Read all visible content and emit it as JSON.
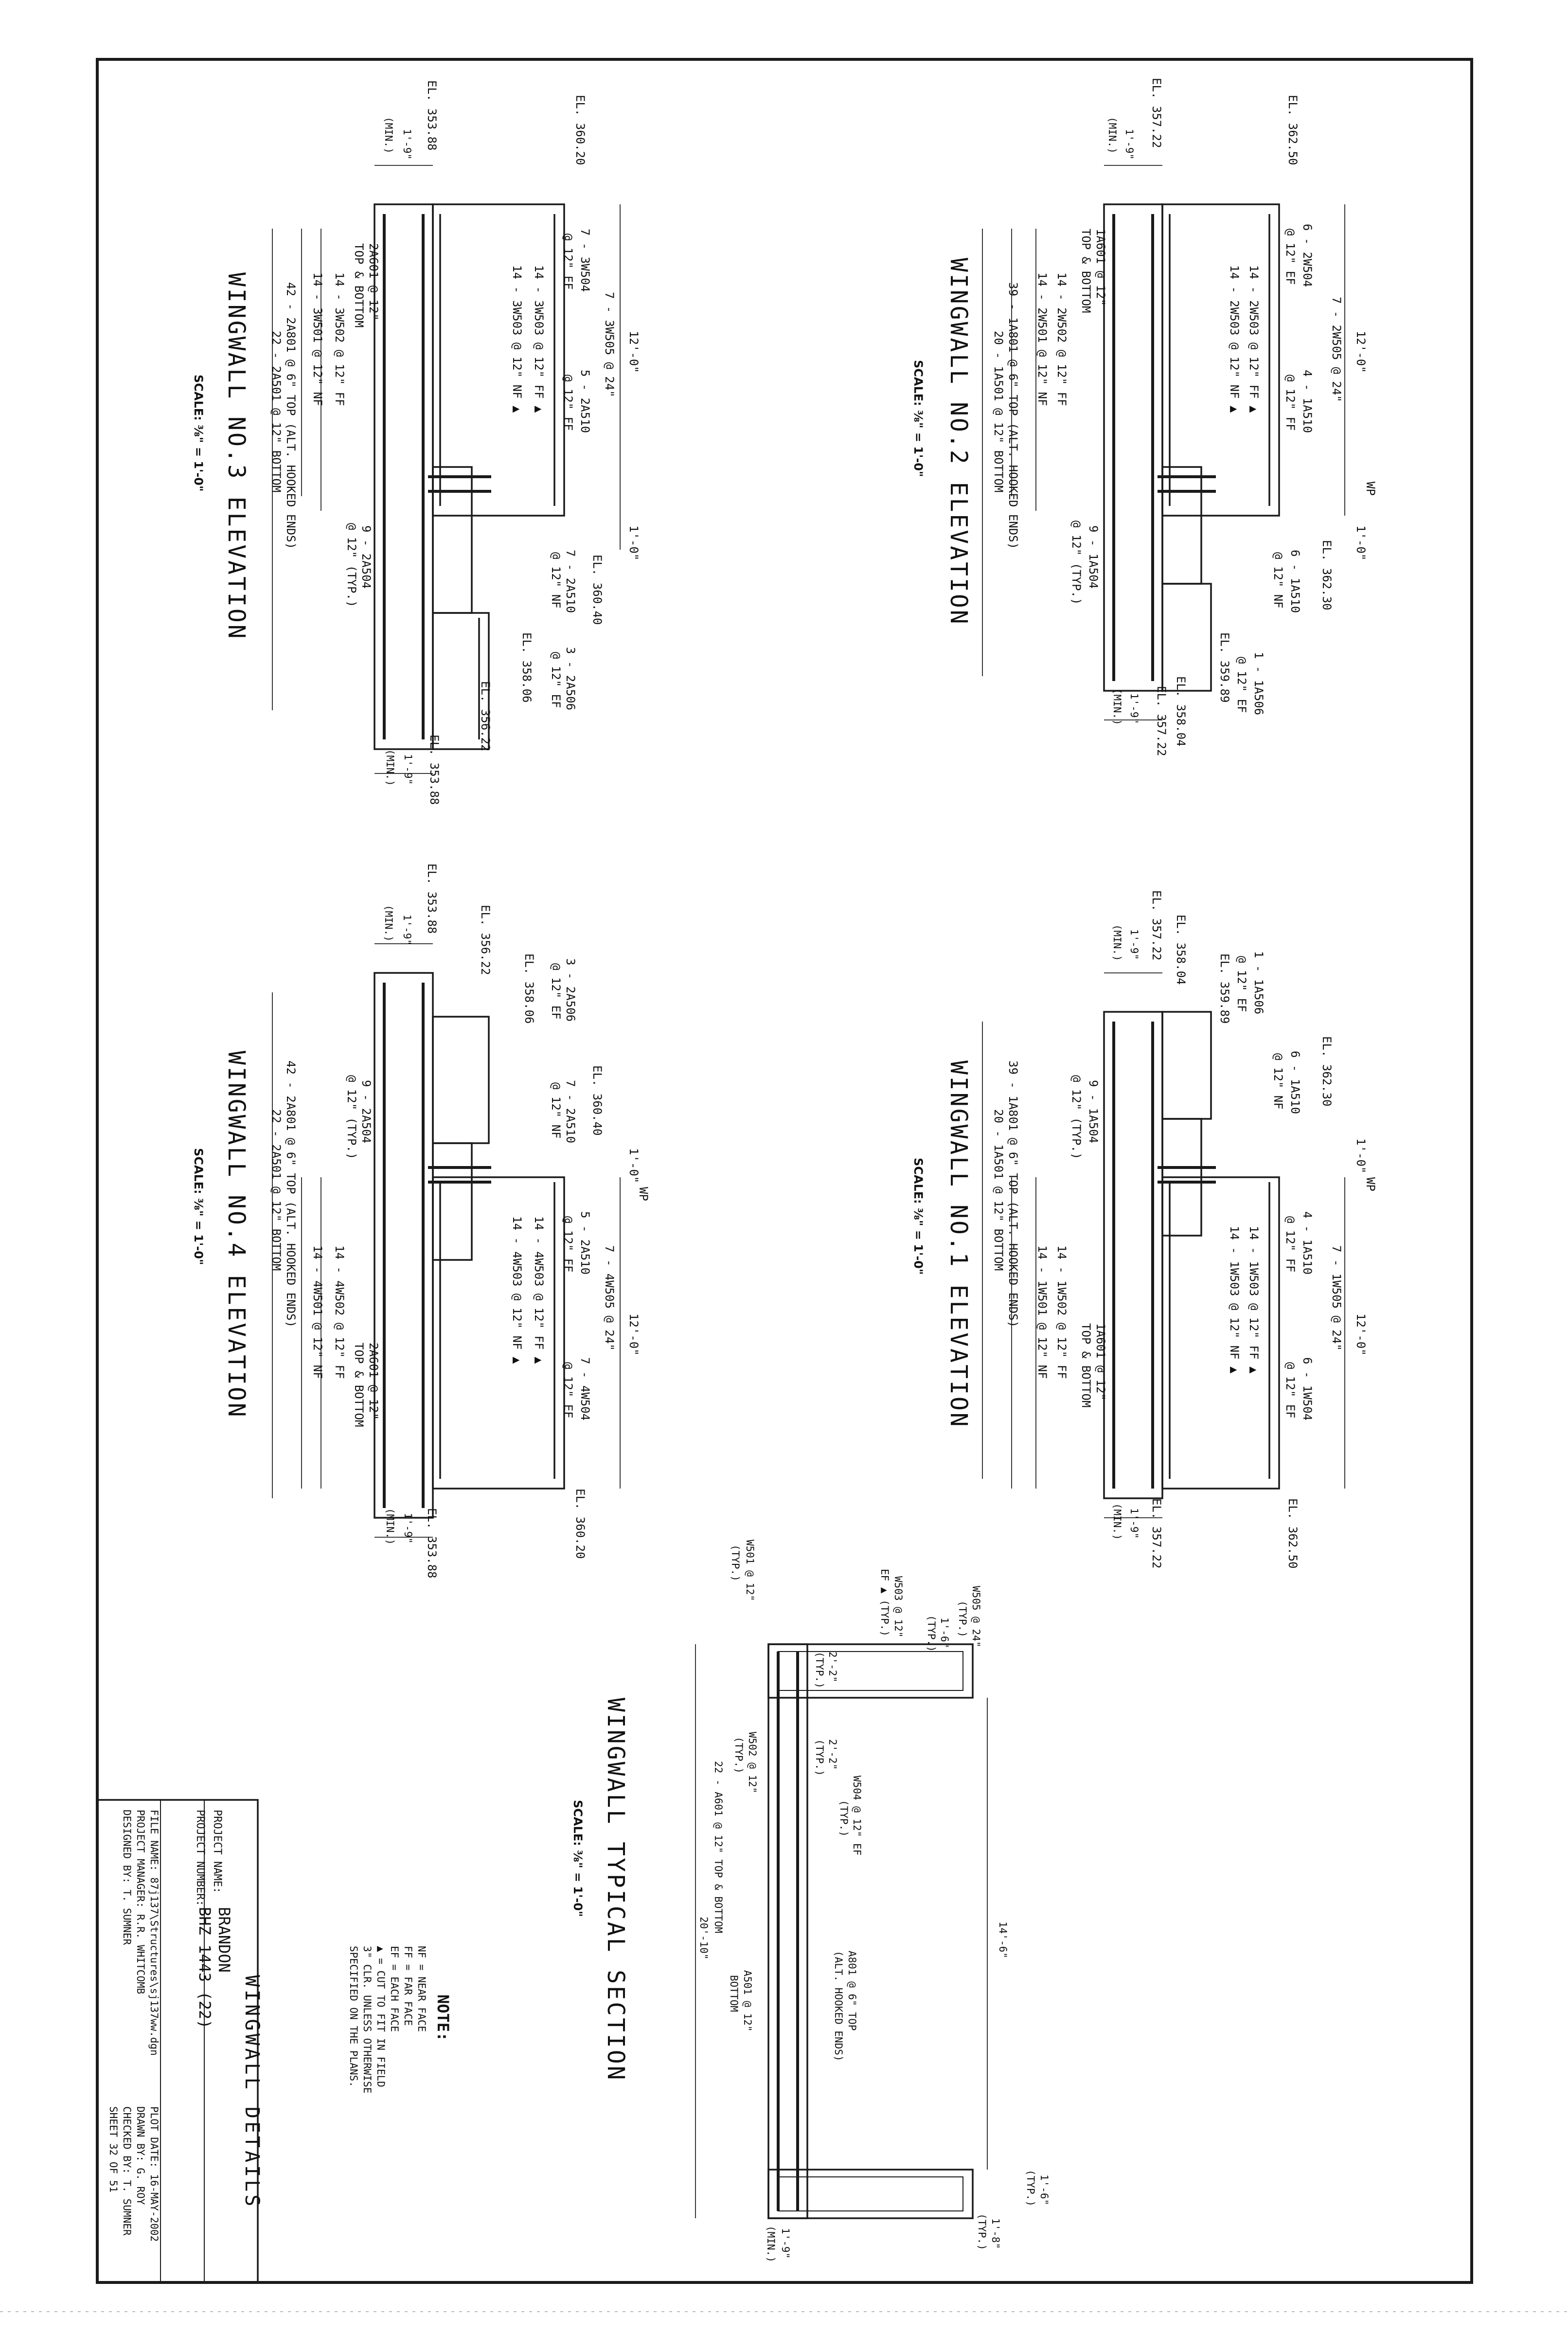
{
  "wingwall3": {
    "title": "WINGWALL NO.3 ELEVATION",
    "scale": "SCALE: ⅜\" = 1'-0\"",
    "el_top_left": "EL. 353.88",
    "el_top_right": "EL. 360.20",
    "min_dim": "1'-9\"",
    "min_label": "(MIN.)",
    "width_dim": "12'-0\"",
    "end_dim": "1'-0\"",
    "bar1": "7 - 3W505 @ 24\"",
    "bar2": "7 - 3W504",
    "bar2b": "@ 12\" EF",
    "bar3": "5 - 2A510",
    "bar3b": "@ 12\" FF",
    "bar4": "14 - 3W503 @ 12\" FF ▲",
    "bar5": "14 - 3W503 @ 12\" NF ▲",
    "bar6": "2A601 @ 12\"",
    "bar6b": "TOP & BOTTOM",
    "bar7": "14 - 3W502 @ 12\" FF",
    "bar8": "14 - 3W501 @ 12\" NF",
    "bar9": "42 - 2A801 @ 6\" TOP (ALT. HOOKED ENDS)",
    "bar10": "22 - 2A501 @ 12\" BOTTOM",
    "bar11": "9 - 2A504",
    "bar11b": "@ 12\" (TYP.)",
    "el_mid": "EL. 360.40",
    "bar12": "7 - 2A510",
    "bar12b": "@ 12\" NF",
    "bar13": "3 - 2A506",
    "bar13b": "@ 12\" EF",
    "el_a": "EL. 358.06",
    "el_b": "EL. 356.22",
    "el_bottom": "EL. 353.88",
    "min_dim2": "1'-9\"",
    "min_label2": "(MIN.)"
  },
  "wingwall2": {
    "title": "WINGWALL NO.2 ELEVATION",
    "scale": "SCALE: ⅜\" = 1'-0\"",
    "el_top_left": "EL. 357.22",
    "el_top_right": "EL. 362.50",
    "min_dim": "1'-9\"",
    "min_label": "(MIN.)",
    "width_dim": "12'-0\"",
    "end_dim": "1'-0\"",
    "wp": "WP",
    "bar1": "7 - 2W505 @ 24\"",
    "bar2": "6 - 2W504",
    "bar2b": "@ 12\" EF",
    "bar3": "4 - 1A510",
    "bar3b": "@ 12\" FF",
    "bar4": "14 - 2W503 @ 12\" FF ▲",
    "bar5": "14 - 2W503 @ 12\" NF ▲",
    "bar6": "1A601 @ 12\"",
    "bar6b": "TOP & BOTTOM",
    "bar7": "14 - 2W502 @ 12\" FF",
    "bar8": "14 - 2W501 @ 12\" NF",
    "bar9": "39 - 1A801 @ 6\" TOP (ALT. HOOKED ENDS)",
    "bar10": "20 - 1A501 @ 12\" BOTTOM",
    "bar11": "9 - 1A504",
    "bar11b": "@ 12\" (TYP.)",
    "el_mid": "EL. 362.30",
    "bar12": "6 - 1A510",
    "bar12b": "@ 12\" NF",
    "bar13": "1 - 1A506",
    "bar13b": "@ 12\" EF",
    "el_a": "EL. 359.89",
    "el_b": "EL. 358.04",
    "el_bottom": "EL. 357.22",
    "min_dim2": "1'-9\"",
    "min_label2": "(MIN.)"
  },
  "wingwall4": {
    "title": "WINGWALL NO.4 ELEVATION",
    "scale": "SCALE: ⅜\" = 1'-0\"",
    "el_top_left": "EL. 353.88",
    "min_dim": "1'-9\"",
    "min_label": "(MIN.)",
    "el_a": "EL. 356.22",
    "bar13": "3 - 2A506",
    "bar13b": "@ 12\" EF",
    "el_b": "EL. 358.06",
    "el_mid": "EL. 360.40",
    "bar12": "7 - 2A510",
    "bar12b": "@ 12\" NF",
    "end_dim": "1'-0\"",
    "wp": "WP",
    "bar11": "9 - 2A504",
    "bar11b": "@ 12\" (TYP.)",
    "bar9": "42 - 2A801 @ 6\" TOP (ALT. HOOKED ENDS)",
    "bar10": "22 - 2A501 @ 12\" BOTTOM",
    "bar8": "14 - 4W501 @ 12\" NF",
    "bar7": "14 - 4W502 @ 12\" FF",
    "bar6": "2A601 @ 12\"",
    "bar6b": "TOP & BOTTOM",
    "bar5": "14 - 4W503 @ 12\" NF ▲",
    "bar4": "14 - 4W503 @ 12\" FF ▲",
    "bar3": "5 - 2A510",
    "bar3b": "@ 12\" FF",
    "bar1": "7 - 4W505 @ 24\"",
    "bar2": "7 - 4W504",
    "bar2b": "@ 12\" EF",
    "width_dim": "12'-0\"",
    "el_bottom": "EL. 360.20",
    "el_bottom2": "EL. 353.88",
    "min_dim2": "1'-9\"",
    "min_label2": "(MIN.)"
  },
  "wingwall1": {
    "title": "WINGWALL NO.1 ELEVATION",
    "scale": "SCALE: ⅜\" = 1'-0\"",
    "el_top_left": "EL. 357.22",
    "min_dim": "1'-9\"",
    "min_label": "(MIN.)",
    "el_a": "EL. 358.04",
    "bar13": "1 - 1A506",
    "bar13b": "@ 12\" EF",
    "el_b": "EL. 359.89",
    "el_mid": "EL. 362.30",
    "bar12": "6 - 1A510",
    "bar12b": "@ 12\" NF",
    "end_dim": "1'-0\"",
    "wp": "WP",
    "bar11": "9 - 1A504",
    "bar11b": "@ 12\" (TYP.)",
    "bar9": "39 - 1A801 @ 6\" TOP (ALT. HOOKED ENDS)",
    "bar10": "20 - 1A501 @ 12\" BOTTOM",
    "bar8": "14 - 1W501 @ 12\" NF",
    "bar7": "14 - 1W502 @ 12\" FF",
    "bar6": "1A601 @ 12\"",
    "bar6b": "TOP & BOTTOM",
    "bar5": "14 - 1W503 @ 12\" NF ▲",
    "bar4": "14 - 1W503 @ 12\" FF ▲",
    "bar3": "4 - 1A510",
    "bar3b": "@ 12\" FF",
    "bar1": "7 - 1W505 @ 24\"",
    "bar2": "6 - 1W504",
    "bar2b": "@ 12\" EF",
    "width_dim": "12'-0\"",
    "el_bottom": "EL. 362.50",
    "el_bottom2": "EL. 357.22",
    "min_dim2": "1'-9\"",
    "min_label2": "(MIN.)"
  },
  "typical": {
    "title": "WINGWALL TYPICAL SECTION",
    "scale": "SCALE: ⅜\" = 1'-0\"",
    "w505": "W505 @ 24\"",
    "w505b": "(TYP.)",
    "d16": "1'-6\"",
    "d16b": "(TYP.)",
    "w503": "W503 @ 12\"",
    "w503b": "EF ▲ (TYP.)",
    "d22a": "2'-2\"",
    "d22ab": "(TYP.)",
    "w501": "W501 @ 12\"",
    "w501b": "(TYP.)",
    "d22b": "2'-2\"",
    "d22bb": "(TYP.)",
    "w502": "W502 @ 12\"",
    "w502b": "(TYP.)",
    "w504": "W504 @ 12\" EF",
    "w504b": "(TYP.)",
    "a601": "22 - A601 @ 12\" TOP & BOTTOM",
    "d2010": "20'-10\"",
    "d146": "14'-6\"",
    "a801": "A801 @ 6\" TOP",
    "a801b": "(ALT. HOOKED ENDS)",
    "a501": "A501 @ 12\"",
    "a501b": "BOTTOM",
    "d16r": "1'-6\"",
    "d16rb": "(TYP.)",
    "d18": "1'-8\"",
    "d18b": "(TYP.)",
    "d19": "1'-9\"",
    "d19b": "(MIN.)"
  },
  "note": {
    "heading": "NOTE:",
    "l1": "NF = NEAR FACE",
    "l2": "FF = FAR FACE",
    "l3": "EF = EACH FACE",
    "l4": "▲ = CUT TO FIT IN FIELD",
    "l5": "3\" CLR. UNLESS OTHERWISE",
    "l6": "SPECIFIED ON THE PLANS."
  },
  "titleblock": {
    "sheet_title": "WINGWALL DETAILS",
    "project_name_label": "PROJECT NAME:",
    "project_name": "BRANDON",
    "project_number_label": "PROJECT NUMBER:",
    "project_number": "BHZ 1443 (22)",
    "file_name": "FILE NAME: 87j137\\Structures\\sj137ww.dgn",
    "plot_date": "PLOT DATE: 16-MAY-2002",
    "project_manager": "PROJECT MANAGER: R.R. WHITCOMB",
    "drawn_by": "DRAWN BY: G. ROY",
    "designed_by": "DESIGNED BY: T. SUMNER",
    "checked_by": "CHECKED BY: T. SUMNER",
    "sheet": "SHEET 32 OF 51"
  }
}
